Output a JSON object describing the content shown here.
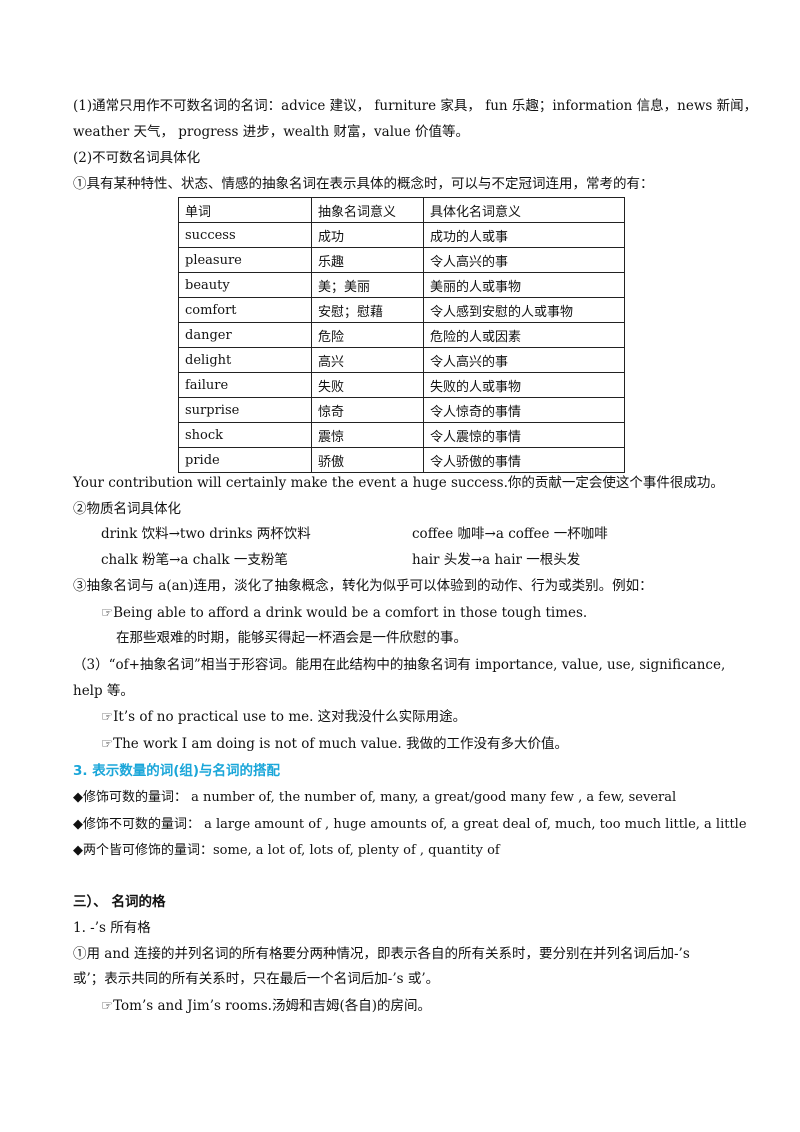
{
  "lines": {
    "l1": "(1)通常只用作不可数名词的名词：advice 建议，  furniture 家具，  fun 乐趣；information 信息，news 新闻，",
    "l2": "weather 天气，  progress 进步，wealth 财富，value 价值等。",
    "l3": "(2)不可数名词具体化",
    "l4": "①具有某种特性、状态、情感的抽象名词在表示具体的概念时，可以与不定冠词连用，常考的有：",
    "l5": "Your contribution will certainly make the event a huge success.你的贡献一定会使这个事件很成功。",
    "l6": "②物质名词具体化",
    "l7a": "drink 饮料→two drinks  两杯饮料",
    "l7b": "coffee 咖啡→a coffee 一杯咖啡",
    "l8a": "chalk  粉笔→a chalk  一支粉笔",
    "l8b": "hair  头发→a hair  一根头发",
    "l9": "③抽象名词与 a(an)连用，淡化了抽象概念，转化为似乎可以体验到的动作、行为或类别。例如：",
    "l10": "☞Being able to afford a drink would be a comfort in those tough times.",
    "l11": "在那些艰难的时期，能够买得起一杯酒会是一件欣慰的事。",
    "l12": "（3）“of+抽象名词”相当于形容词。能用在此结构中的抽象名词有 importance, value, use, significance,",
    "l13": "help   等。",
    "l14": "☞It’s of no practical use to me. 这对我没什么实际用途。",
    "l15": "☞The work I am doing is not of much value. 我做的工作没有多大价值。",
    "l16": "3.  表示数量的词(组)与名词的搭配",
    "l17": "◆修饰可数的量词：   a number of,    the number of,    many,    a great/good many    few ,    a few, several",
    "l18": "◆修饰不可数的量词：  a large amount of , huge amounts of, a great deal of,      much,    too much    little,    a little",
    "l19": "◆两个皆可修饰的量词：some,    a lot of,    lots of,     plenty of , quantity of",
    "l20": "三）、  名词的格",
    "l21": "1. -’s 所有格",
    "l22": "①用 and 连接的并列名词的所有格要分两种情况，即表示各自的所有关系时，要分别在并列名词后加-’s",
    "l23": "或’；表示共同的所有关系时，只在最后一个名词后加-’s 或’。",
    "l24": "☞Tom’s and Jim’s rooms.汤姆和吉姆(各自)的房间。"
  },
  "table": {
    "header": [
      "单词",
      "抽象名词意义",
      "具体化名词意义"
    ],
    "rows": [
      [
        "success",
        "成功",
        "成功的人或事"
      ],
      [
        "pleasure",
        "乐趣",
        "令人高兴的事"
      ],
      [
        "beauty",
        "美；美丽",
        "美丽的人或事物"
      ],
      [
        "comfort",
        "安慰；慰藉",
        "令人感到安慰的人或事物"
      ],
      [
        "danger",
        "危险",
        "危险的人或因素"
      ],
      [
        "delight",
        "高兴",
        "令人高兴的事"
      ],
      [
        "failure",
        "失败",
        "失败的人或事物"
      ],
      [
        "surprise",
        "惊奇",
        "令人惊奇的事情"
      ],
      [
        "shock",
        "震惊",
        "令人震惊的事情"
      ],
      [
        "pride",
        "骄傲",
        "令人骄傲的事情"
      ]
    ]
  },
  "colors": {
    "heading_blue": "#1aa6d9",
    "text": "#111111"
  }
}
